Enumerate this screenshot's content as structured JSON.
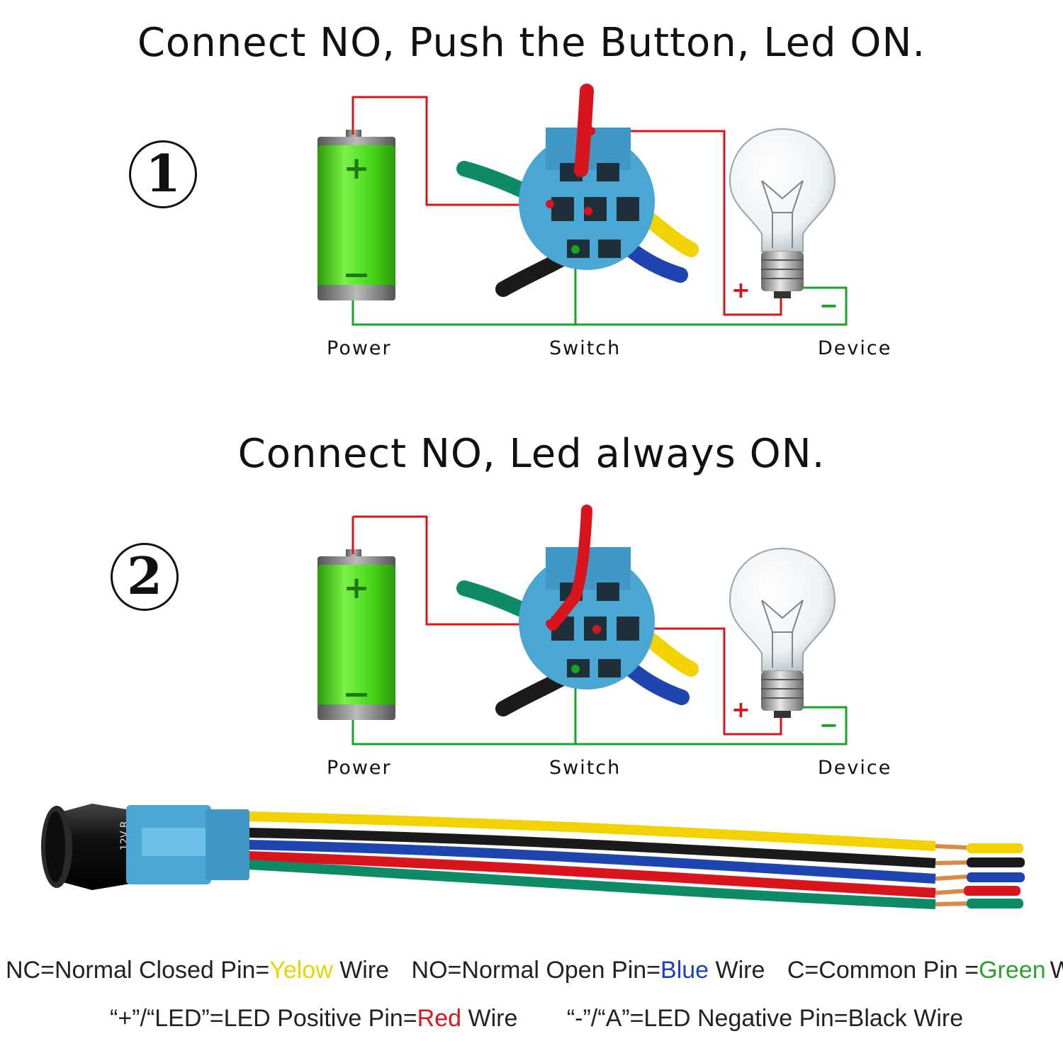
{
  "titles": {
    "diagram1": "Connect NO, Push the Button, Led ON.",
    "diagram2": "Connect NO, Led always ON."
  },
  "numbers": {
    "one": "1",
    "two": "2"
  },
  "labels": {
    "power": "Power",
    "switch": "Switch",
    "device": "Device",
    "plus": "+",
    "minus": "−"
  },
  "legend": {
    "line1": {
      "nc_prefix": "NC=Normal Closed Pin=",
      "nc_color_word": "Yelow",
      "nc_suffix": " Wire",
      "no_prefix": "NO=Normal Open Pin=",
      "no_color_word": "Blue",
      "no_suffix": " Wire",
      "c_prefix": "C=Common Pin =",
      "c_color_word": "Green",
      "c_suffix": "Wire"
    },
    "line2": {
      "led_pos_prefix": "“+”/“LED”=LED Positive Pin=",
      "led_pos_color_word": "Red",
      "led_pos_suffix": " Wire",
      "led_neg": "“-”/“A”=LED Negative Pin=Black Wire"
    }
  },
  "switch_marking": "12V R",
  "colors": {
    "red_wire": "#d8151d",
    "green_wire": "#17a325",
    "yellow_wire": "#f2d200",
    "blue_wire": "#1e44b0",
    "black_wire": "#1a1a1a",
    "teal_wire": "#0f8a66",
    "battery_green": "#4be01a",
    "connector_blue": "#4aa7d4",
    "yellow_text": "#e8d400",
    "blue_text": "#1f3fbf",
    "green_text": "#2aa32a",
    "red_text": "#d8151d"
  }
}
